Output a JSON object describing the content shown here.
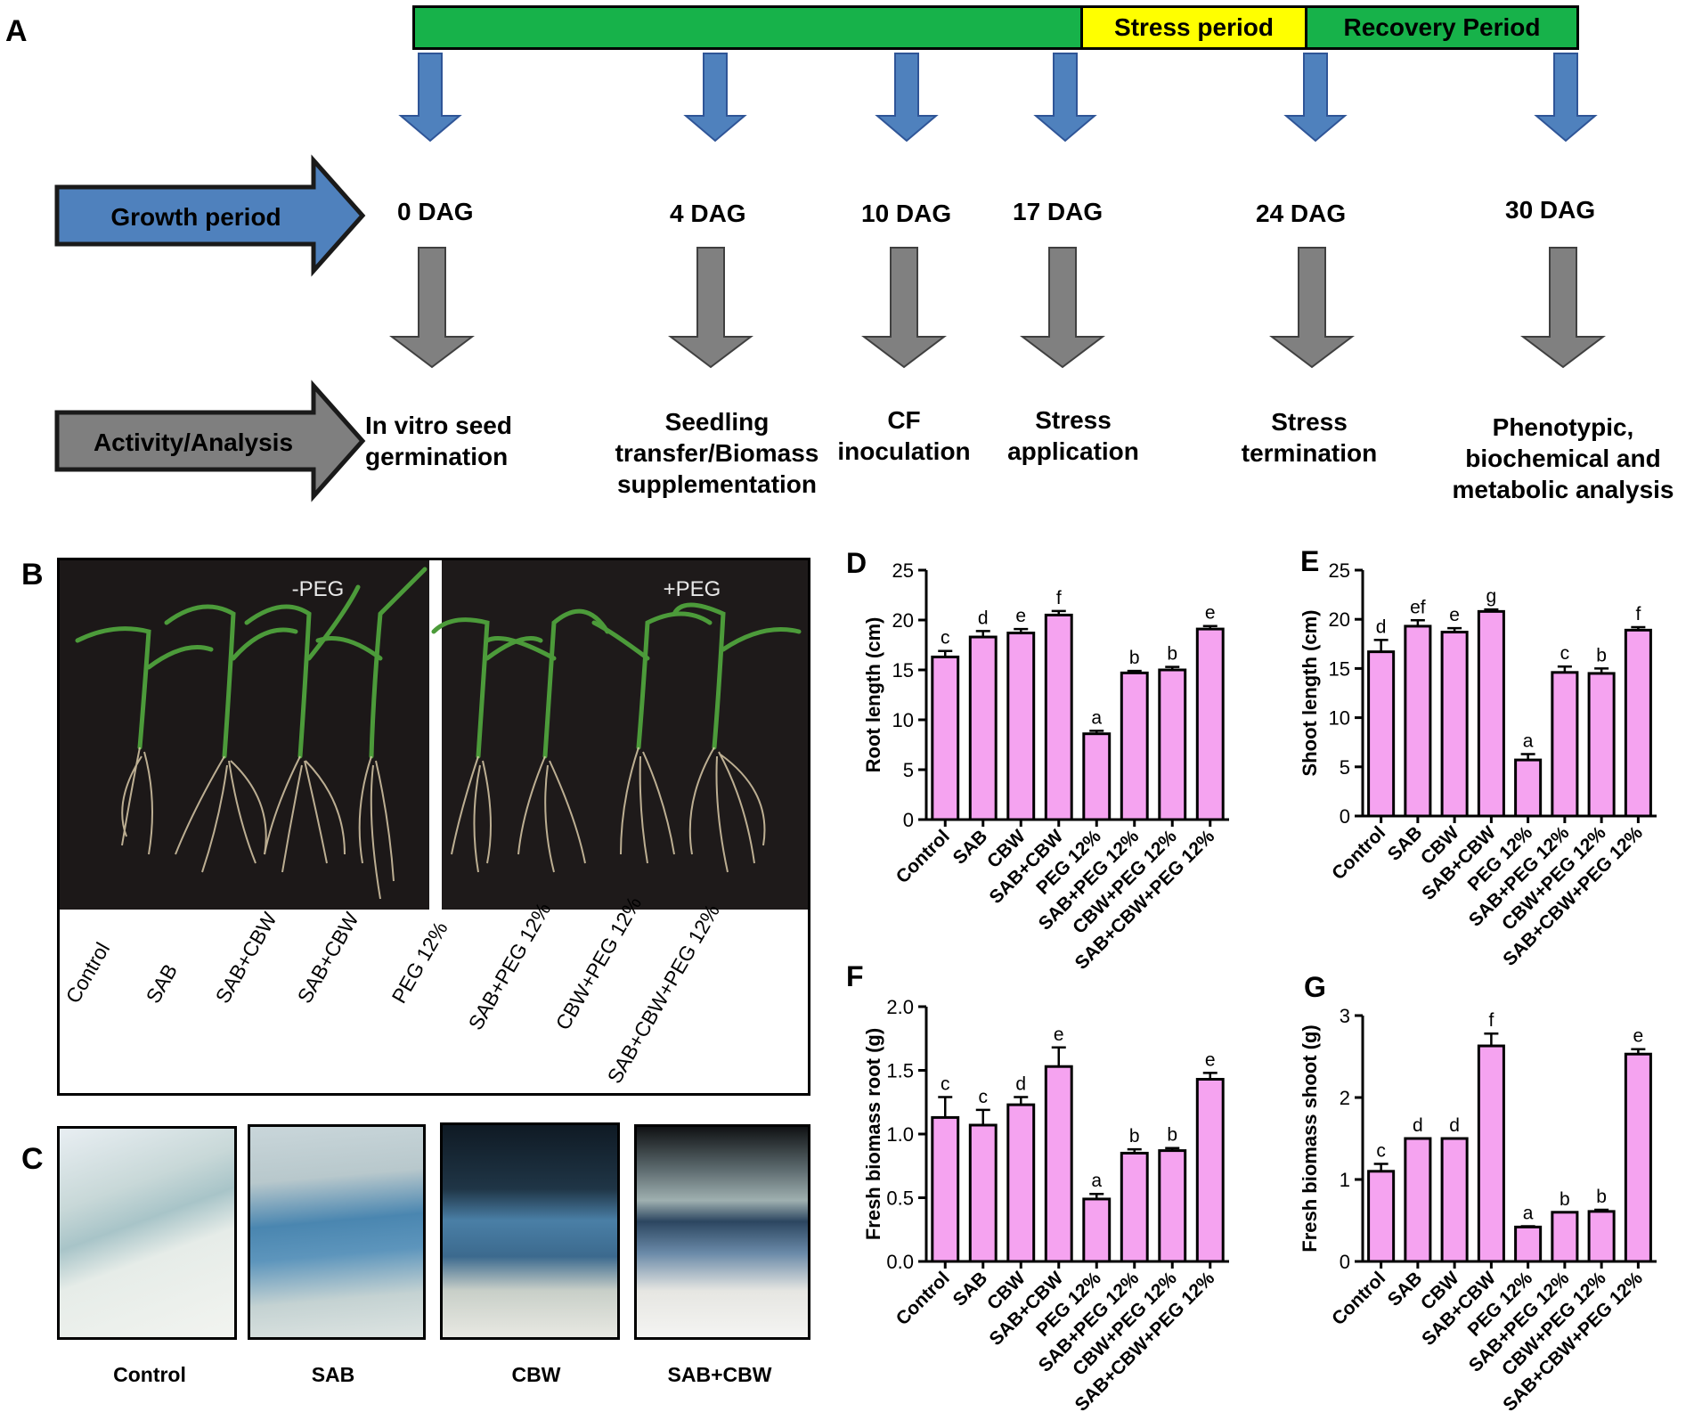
{
  "panels": {
    "A": "A",
    "B": "B",
    "C": "C",
    "D": "D",
    "E": "E",
    "F": "F",
    "G": "G"
  },
  "timeline": {
    "stress_period": "Stress period",
    "recovery_period": "Recovery Period",
    "growth_period": "Growth period",
    "activity_analysis": "Activity/Analysis",
    "days": [
      "0 DAG",
      "4 DAG",
      "10 DAG",
      "17 DAG",
      "24 DAG",
      "30 DAG"
    ],
    "activities": [
      "In vitro seed\ngermination",
      "Seedling\ntransfer/Biomass\nsupplementation",
      "CF\ninoculation",
      "Stress\napplication",
      "Stress\ntermination",
      "Phenotypic,\nbiochemical and\nmetabolic analysis"
    ],
    "colors": {
      "green": "#17b24a",
      "yellow": "#ffff00",
      "blue_arrow": "#4f81bd",
      "gray_arrow": "#808080"
    }
  },
  "photoB": {
    "minus_peg": "-PEG",
    "plus_peg": "+PEG",
    "labels": [
      "Control",
      "SAB",
      "SAB+CBW",
      "SAB+CBW",
      "PEG 12%",
      "SAB+PEG 12%",
      "CBW+PEG 12%",
      "SAB+CBW+PEG 12%"
    ]
  },
  "photoC": {
    "labels": [
      "Control",
      "SAB",
      "CBW",
      "SAB+CBW"
    ]
  },
  "chart_data": [
    {
      "panel": "D",
      "type": "bar",
      "ylabel": "Root length (cm)",
      "categories": [
        "Control",
        "SAB",
        "CBW",
        "SAB+CBW",
        "PEG 12%",
        "SAB+PEG 12%",
        "CBW+PEG 12%",
        "SAB+CBW+PEG 12%"
      ],
      "values": [
        16.3,
        18.3,
        18.7,
        20.5,
        8.6,
        14.7,
        15.0,
        19.1
      ],
      "errors": [
        0.6,
        0.6,
        0.4,
        0.4,
        0.3,
        0.2,
        0.3,
        0.3
      ],
      "letters": [
        "c",
        "d",
        "e",
        "f",
        "a",
        "b",
        "b",
        "e"
      ],
      "ylim": [
        0,
        25
      ],
      "yticks": [
        0,
        5,
        10,
        15,
        20,
        25
      ],
      "ytick_labels": [
        "0",
        "5",
        "10",
        "15",
        "20",
        "25"
      ],
      "bar_color": "#f5a3f0"
    },
    {
      "panel": "E",
      "type": "bar",
      "ylabel": "Shoot length (cm)",
      "categories": [
        "Control",
        "SAB",
        "CBW",
        "SAB+CBW",
        "PEG 12%",
        "SAB+PEG 12%",
        "CBW+PEG 12%",
        "SAB+CBW+PEG 12%"
      ],
      "values": [
        16.7,
        19.3,
        18.7,
        20.8,
        5.7,
        14.6,
        14.5,
        18.9
      ],
      "errors": [
        1.2,
        0.6,
        0.4,
        0.2,
        0.6,
        0.6,
        0.5,
        0.3
      ],
      "letters": [
        "d",
        "ef",
        "e",
        "g",
        "a",
        "c",
        "b",
        "f"
      ],
      "ylim": [
        0,
        25
      ],
      "yticks": [
        0,
        5,
        10,
        15,
        20,
        25
      ],
      "ytick_labels": [
        "0",
        "5",
        "10",
        "15",
        "20",
        "25"
      ],
      "bar_color": "#f5a3f0"
    },
    {
      "panel": "F",
      "type": "bar",
      "ylabel": "Fresh biomass root (g)",
      "categories": [
        "Control",
        "SAB",
        "CBW",
        "SAB+CBW",
        "PEG 12%",
        "SAB+PEG 12%",
        "CBW+PEG 12%",
        "SAB+CBW+PEG 12%"
      ],
      "values": [
        1.13,
        1.07,
        1.23,
        1.53,
        0.49,
        0.85,
        0.87,
        1.43
      ],
      "errors": [
        0.16,
        0.12,
        0.06,
        0.15,
        0.04,
        0.03,
        0.02,
        0.05
      ],
      "letters": [
        "c",
        "c",
        "d",
        "e",
        "a",
        "b",
        "b",
        "e"
      ],
      "ylim": [
        0,
        2
      ],
      "yticks": [
        0,
        0.5,
        1,
        1.5,
        2
      ],
      "ytick_labels": [
        "0.0",
        "0.5",
        "1.0",
        "1.5",
        "2.0"
      ],
      "bar_color": "#f5a3f0"
    },
    {
      "panel": "G",
      "type": "bar",
      "ylabel": "Fresh biomass shoot (g)",
      "categories": [
        "Control",
        "SAB",
        "CBW",
        "SAB+CBW",
        "PEG 12%",
        "SAB+PEG 12%",
        "CBW+PEG 12%",
        "SAB+CBW+PEG 12%"
      ],
      "values": [
        1.1,
        1.5,
        1.5,
        2.63,
        0.42,
        0.6,
        0.61,
        2.53
      ],
      "errors": [
        0.09,
        0.0,
        0.0,
        0.15,
        0.01,
        0.0,
        0.02,
        0.06
      ],
      "letters": [
        "c",
        "d",
        "d",
        "f",
        "a",
        "b",
        "b",
        "e"
      ],
      "ylim": [
        0,
        3
      ],
      "yticks": [
        0,
        1,
        2,
        3
      ],
      "ytick_labels": [
        "0",
        "1",
        "2",
        "3"
      ],
      "bar_color": "#f5a3f0"
    }
  ]
}
